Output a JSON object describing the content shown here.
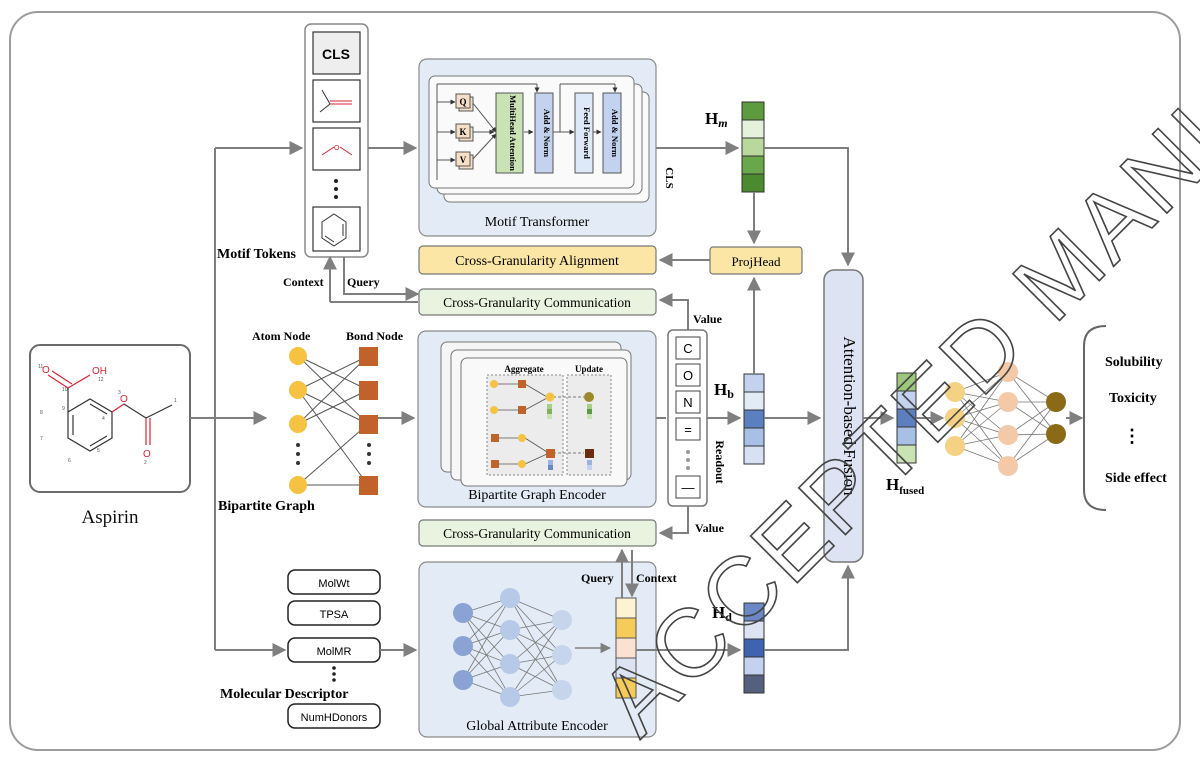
{
  "molecule": {
    "name": "Aspirin",
    "atom_labels": [
      "O",
      "OH",
      "O",
      "O",
      "11",
      "12",
      "10",
      "9",
      "8",
      "7",
      "6",
      "5",
      "4",
      "3",
      "2",
      "1"
    ]
  },
  "motif_tokens": {
    "cls": "CLS",
    "label": "Motif Tokens",
    "context": "Context",
    "query": "Query"
  },
  "motif_transformer": {
    "title": "Motif Transformer",
    "q": "Q",
    "k": "K",
    "v": "V",
    "mha": "MultiHead Attention",
    "add_norm": "Add & Norm",
    "feed_forward": "Feed Forward",
    "cls_out": "CLS"
  },
  "alignment": {
    "label": "Cross-Granularity Alignment",
    "projhead": "ProjHead"
  },
  "communication": {
    "label_top": "Cross-Granularity Communication",
    "label_bottom": "Cross-Granularity Communication",
    "value_top": "Value",
    "value_bottom": "Value"
  },
  "bipartite": {
    "atom_node": "Atom Node",
    "bond_node": "Bond Node",
    "graph_label": "Bipartite Graph",
    "encoder_title": "Bipartite Graph Encoder",
    "aggregate": "Aggregate",
    "update": "Update",
    "readout": "Readout",
    "readout_tokens": [
      "C",
      "O",
      "N",
      "=",
      "—"
    ]
  },
  "descriptors": {
    "items": [
      "MolWt",
      "TPSA",
      "MolMR",
      "NumHDonors"
    ],
    "label": "Molecular Descriptor",
    "query": "Query",
    "context": "Context"
  },
  "global_encoder": {
    "title": "Global Attribute Encoder"
  },
  "embeddings": {
    "hm": "H",
    "hm_sub": "m",
    "hb": "H",
    "hb_sub": "b",
    "hd": "H",
    "hd_sub": "d",
    "hf": "H",
    "hf_sub": "fused"
  },
  "fusion": {
    "label": "Attention-based Fusion"
  },
  "outputs": {
    "items": [
      "Solubility",
      "Toxicity",
      "⋮",
      "Side effect"
    ]
  },
  "watermark": "ACCEPTED MANUSCRIPT",
  "colors": {
    "blue_box": "#e3ecf6",
    "green_box": "#e8f3e0",
    "yellow_box": "#fbe6a5",
    "fusion_box": "#dde3f3",
    "atom": "#f5c242",
    "bond": "#c0622a",
    "arrow": "#808080",
    "green_vec": "#5a9a3c",
    "blue_vec": "#6a88c6"
  }
}
